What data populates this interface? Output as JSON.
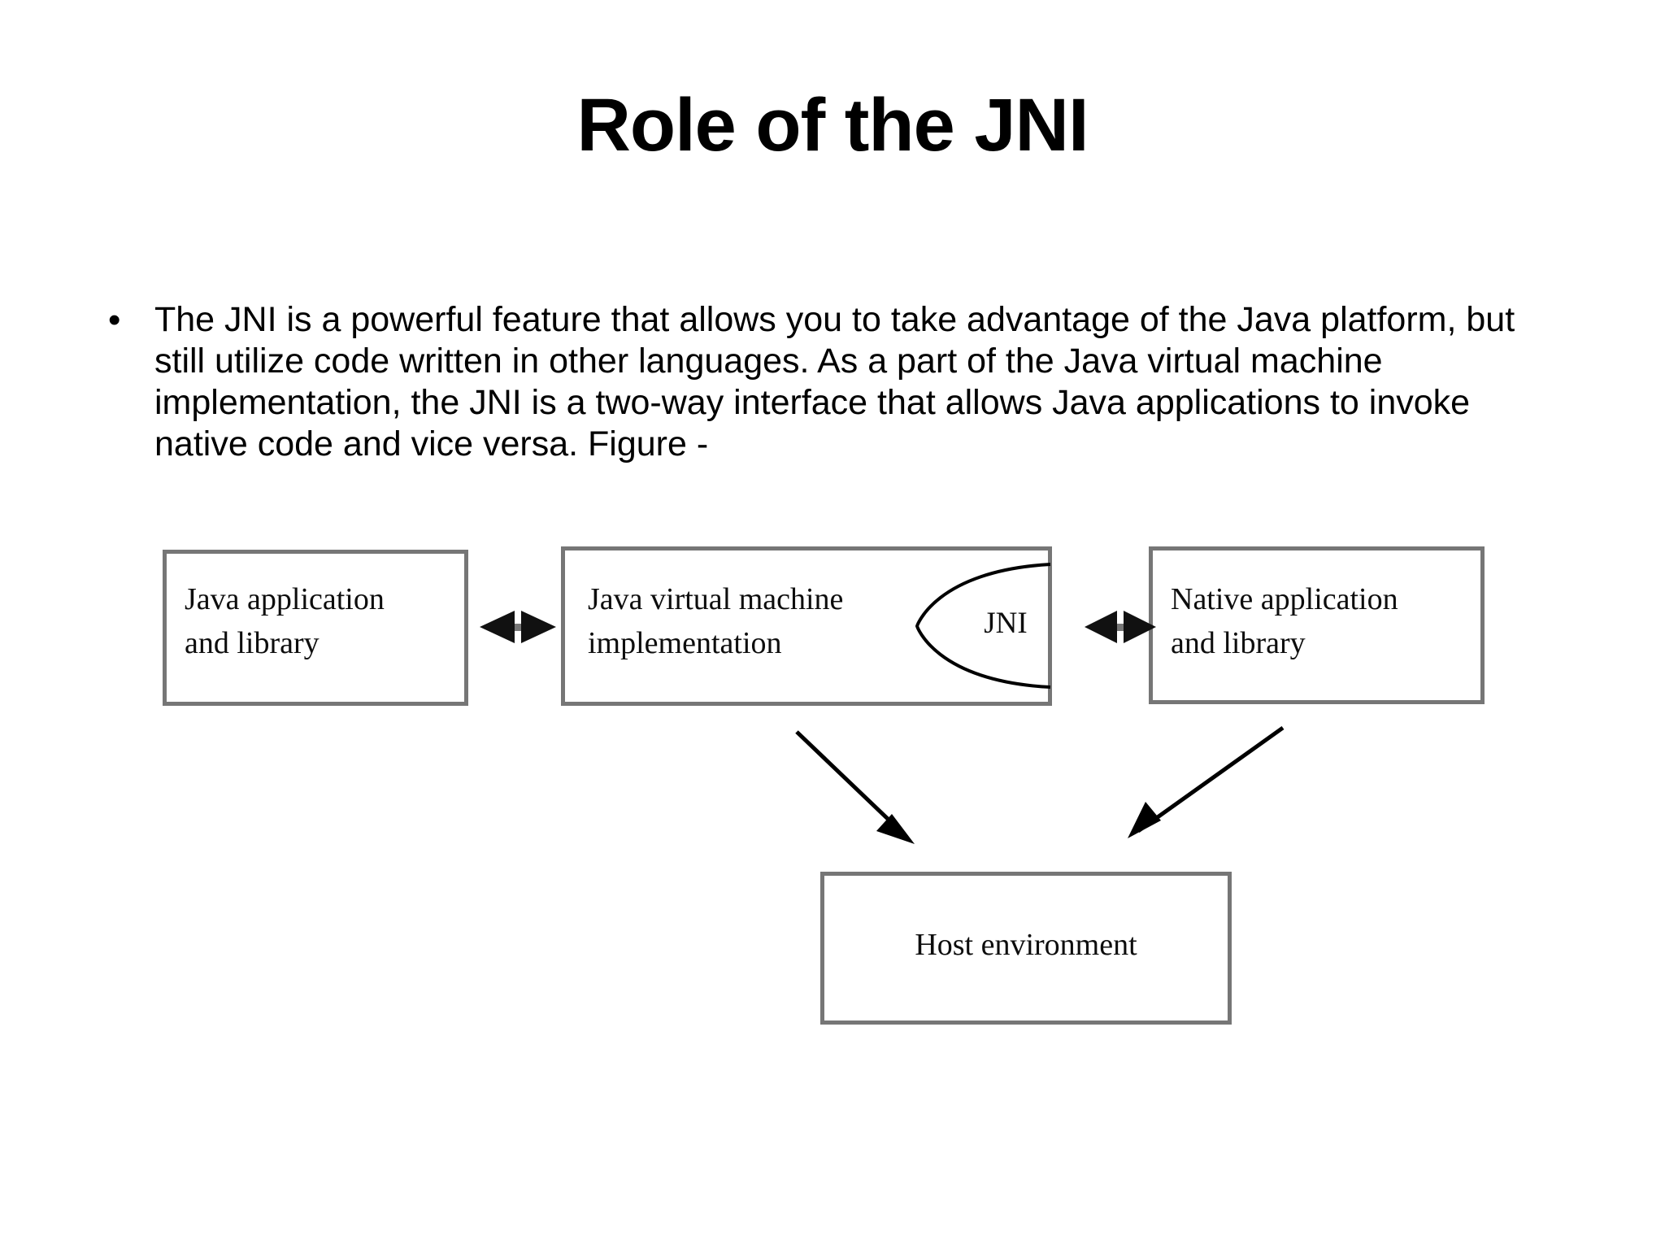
{
  "slide": {
    "title": "Role of the JNI",
    "background_color": "#ffffff",
    "text_color": "#000000"
  },
  "body": {
    "bullet_marker": "•",
    "paragraph": "The JNI is a powerful feature that allows you to take advantage of the Java platform, but still utilize code written in other languages. As a part of the Java virtual machine implementation, the JNI is a two-way interface that allows Java applications to invoke native code and vice versa. Figure  -"
  },
  "diagram": {
    "border_color": "#767676",
    "line_color": "#000000",
    "nodes": [
      {
        "id": "java-app",
        "label": "Java application\nand library"
      },
      {
        "id": "jvm",
        "label": "Java virtual machine\nimplementation"
      },
      {
        "id": "native-app",
        "label": "Native application\nand library"
      },
      {
        "id": "host",
        "label": "Host environment"
      }
    ],
    "jni_arc_label": "JNI",
    "connectors": [
      {
        "id": "java-app-to-jvm",
        "type": "double-arrow",
        "orientation": "horizontal"
      },
      {
        "id": "jvm-to-native-app",
        "type": "double-arrow",
        "orientation": "horizontal"
      },
      {
        "id": "jvm-to-host",
        "type": "arrow",
        "orientation": "diagonal-down-right"
      },
      {
        "id": "native-app-to-host",
        "type": "arrow",
        "orientation": "diagonal-down-left"
      }
    ]
  }
}
